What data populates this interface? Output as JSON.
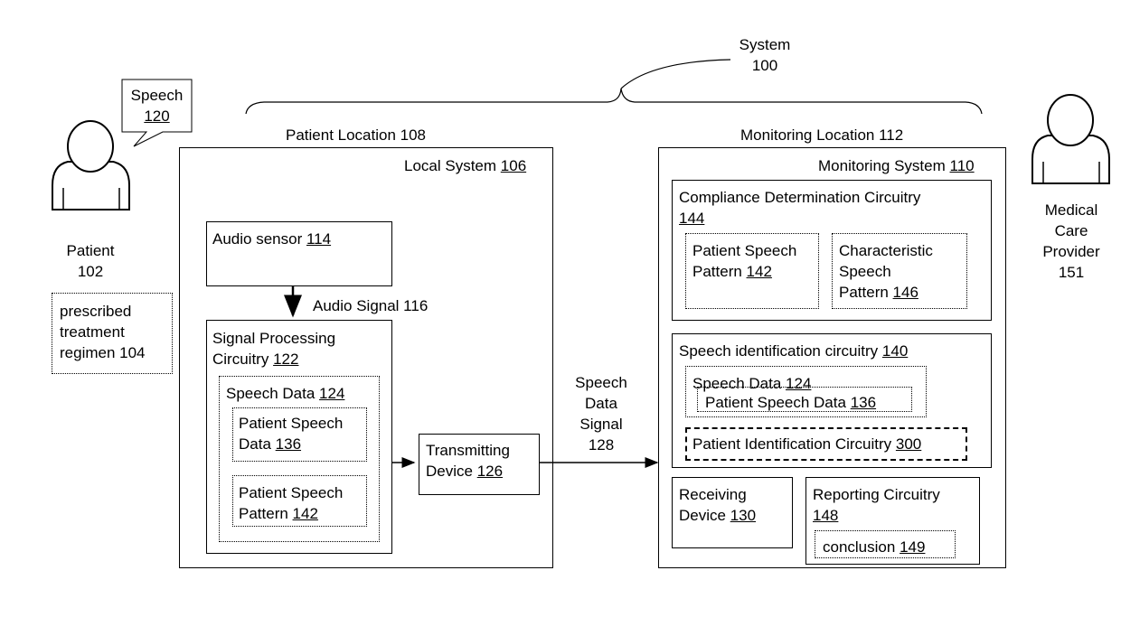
{
  "system": {
    "label": "System",
    "number": "100"
  },
  "patient": {
    "label": "Patient",
    "number": "102"
  },
  "speech_bubble": {
    "label": "Speech",
    "number": "120"
  },
  "regimen": {
    "line1": "prescribed",
    "line2": "treatment",
    "line3": "regimen 104"
  },
  "provider": {
    "line1": "Medical",
    "line2": "Care",
    "line3": "Provider",
    "number": "151"
  },
  "patient_location": {
    "label": "Patient Location 108"
  },
  "monitoring_location": {
    "label": "Monitoring Location 112"
  },
  "local_system": {
    "label": "Local System",
    "number": "106"
  },
  "audio_sensor": {
    "label": "Audio sensor",
    "number": "114"
  },
  "audio_signal": {
    "label": "Audio Signal 116"
  },
  "signal_processing": {
    "line1": "Signal Processing",
    "line2": "Circuitry",
    "number": "122"
  },
  "local_speech_data": {
    "label": "Speech Data",
    "number": "124"
  },
  "local_patient_speech_data": {
    "line1": "Patient Speech",
    "line2": "Data",
    "number": "136"
  },
  "local_patient_speech_pattern": {
    "line1": "Patient Speech",
    "line2": "Pattern",
    "number": "142"
  },
  "transmitting": {
    "line1": "Transmitting",
    "line2": "Device",
    "number": "126"
  },
  "speech_data_signal": {
    "line1": "Speech",
    "line2": "Data",
    "line3": "Signal",
    "line4": "128"
  },
  "monitoring_system": {
    "label": "Monitoring System",
    "number": "110"
  },
  "compliance": {
    "line1": "Compliance Determination Circuitry",
    "number": "144"
  },
  "comp_patient_pattern": {
    "line1": "Patient Speech",
    "line2": "Pattern",
    "number": "142"
  },
  "char_pattern": {
    "line1": "Characteristic",
    "line2": "Speech",
    "line3": "Pattern",
    "number": "146"
  },
  "speech_id": {
    "label": "Speech identification circuitry",
    "number": "140"
  },
  "mon_speech_data": {
    "label": "Speech Data",
    "number": "124"
  },
  "mon_patient_speech_data": {
    "label": "Patient Speech Data",
    "number": "136"
  },
  "patient_id": {
    "label": "Patient Identification Circuitry",
    "number": "300"
  },
  "receiving": {
    "line1": "Receiving",
    "line2": "Device",
    "number": "130"
  },
  "reporting": {
    "line1": "Reporting Circuitry",
    "number": "148"
  },
  "conclusion": {
    "label": "conclusion",
    "number": "149"
  }
}
